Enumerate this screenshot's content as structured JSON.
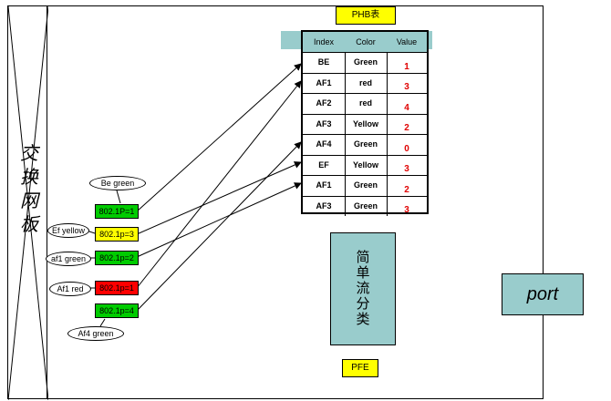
{
  "fabric": {
    "label": "交换网板"
  },
  "phb": {
    "title": "PHB表",
    "headers": [
      "Index",
      "Color",
      "Value"
    ],
    "rows": [
      {
        "index": "BE",
        "color": "Green",
        "value": "1"
      },
      {
        "index": "AF1",
        "color": "red",
        "value": "3"
      },
      {
        "index": "AF2",
        "color": "red",
        "value": "4"
      },
      {
        "index": "AF3",
        "color": "Yellow",
        "value": "2"
      },
      {
        "index": "AF4",
        "color": "Green",
        "value": "0"
      },
      {
        "index": "EF",
        "color": "Yellow",
        "value": "3"
      },
      {
        "index": "AF1",
        "color": "Green",
        "value": "2"
      },
      {
        "index": "AF3",
        "color": "Green",
        "value": "3"
      }
    ]
  },
  "packets": [
    {
      "label": "802.1P=1",
      "fill": "#00cc00"
    },
    {
      "label": "802.1p=3",
      "fill": "#ffff00"
    },
    {
      "label": "802.1p=2",
      "fill": "#00cc00"
    },
    {
      "label": "802.1p=1",
      "fill": "#ff0000"
    },
    {
      "label": "802.1p=4",
      "fill": "#00cc00"
    }
  ],
  "callouts": [
    "Be green",
    "Ef yellow",
    "af1 green",
    "Af1 red",
    "Af4 green"
  ],
  "classifier": {
    "label": "简单流分类"
  },
  "pfe": {
    "label": "PFE"
  },
  "port": {
    "label": "port"
  },
  "colors": {
    "teal": "#99cccc",
    "yellow": "#ffff00",
    "green": "#00cc00",
    "red": "#ff0000",
    "value_text": "#e00000"
  }
}
